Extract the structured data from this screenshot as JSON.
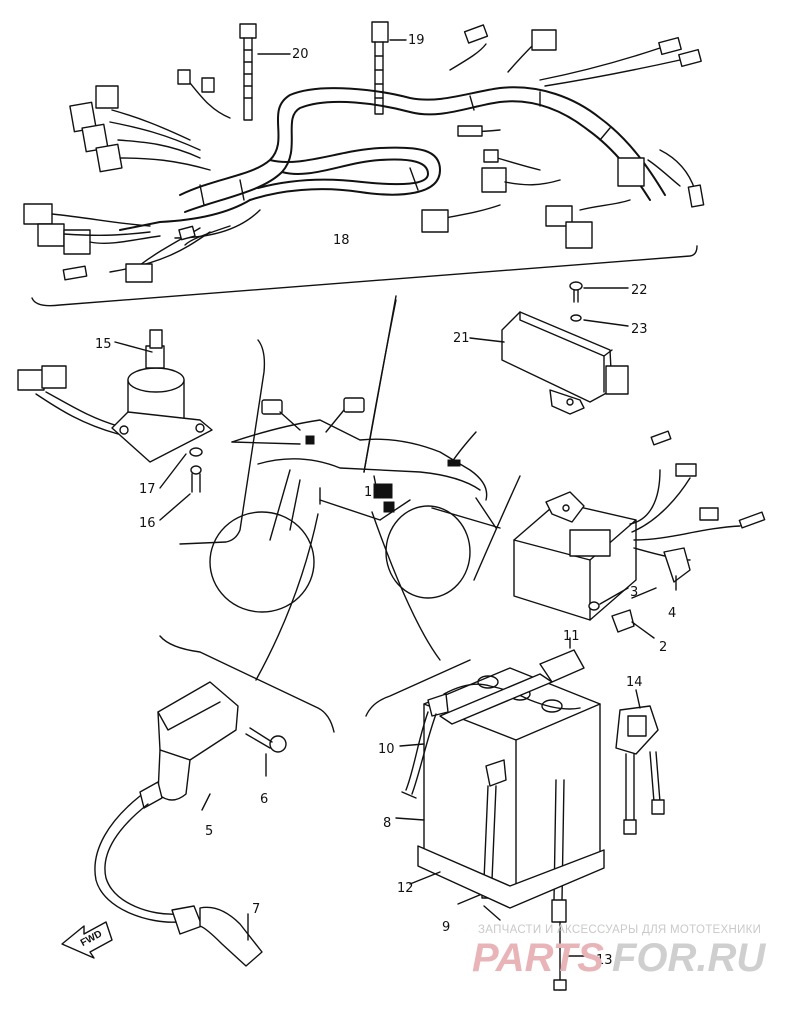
{
  "diagram": {
    "callouts": {
      "c1": "1",
      "c2": "2",
      "c3": "3",
      "c4": "4",
      "c5": "5",
      "c6": "6",
      "c7": "7",
      "c8": "8",
      "c9": "9",
      "c10": "10",
      "c11": "11",
      "c12": "12",
      "c13": "13",
      "c14": "14",
      "c15": "15",
      "c16": "16",
      "c17": "17",
      "c18": "18",
      "c19": "19",
      "c20": "20",
      "c21": "21",
      "c22": "22",
      "c23": "23"
    },
    "fwd_label": "FWD"
  },
  "watermark": {
    "caption": "ЗАПЧАСТИ И АКСЕССУАРЫ ДЛЯ МОТОТЕХНИКИ",
    "logo_left": "PARTS",
    "logo_right": "FOR.RU"
  }
}
